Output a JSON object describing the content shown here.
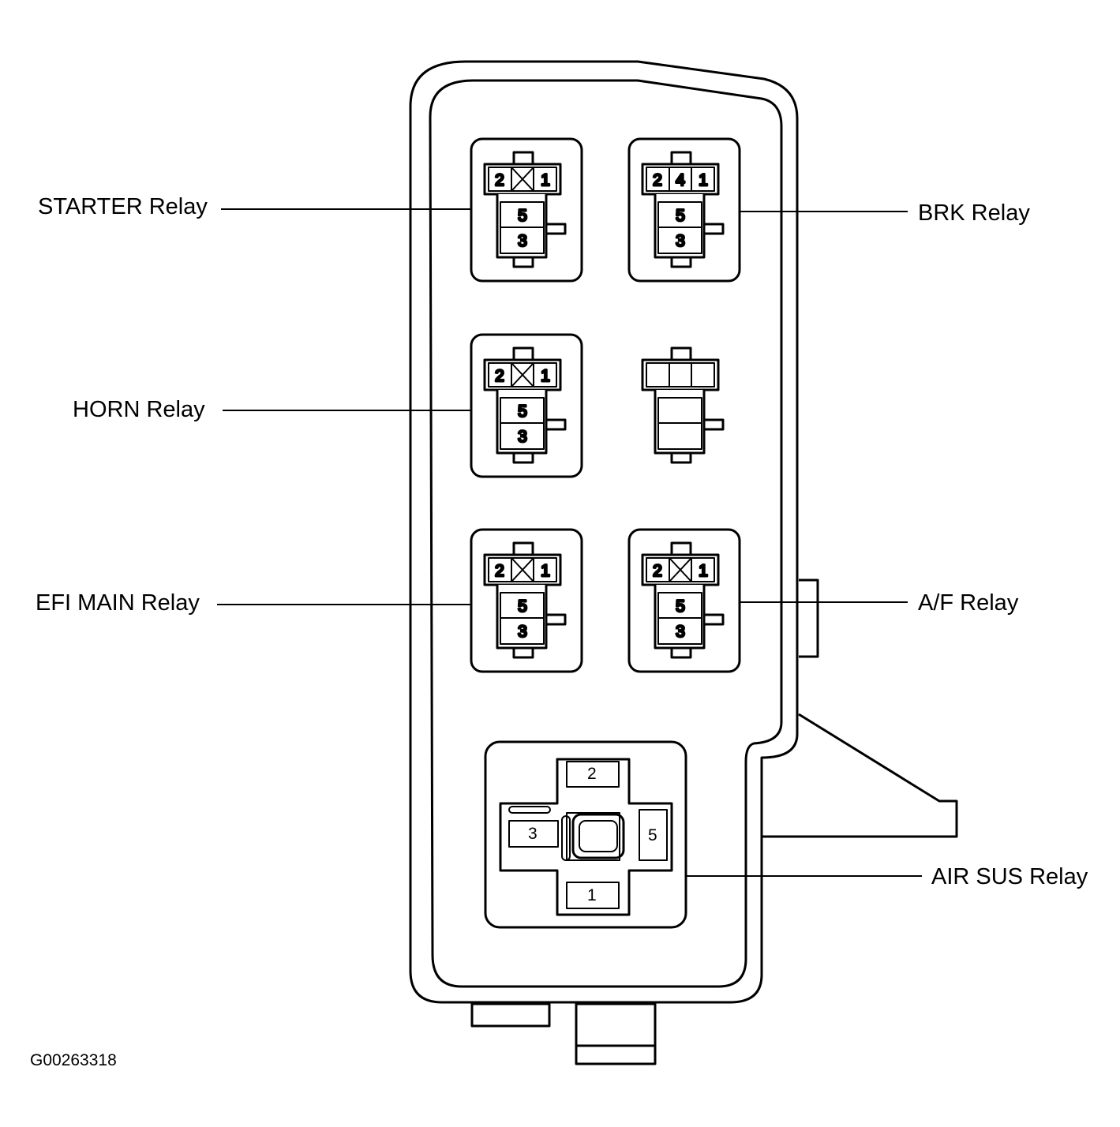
{
  "diagram": {
    "figure_id": "G00263318",
    "labels": {
      "starter": "STARTER Relay",
      "brk": "BRK Relay",
      "horn": "HORN Relay",
      "efi_main": "EFI MAIN Relay",
      "af": "A/F Relay",
      "air_sus": "AIR SUS Relay"
    },
    "relays": {
      "starter": {
        "top": [
          "2",
          "1"
        ],
        "mid": "5",
        "bottom": "3"
      },
      "brk": {
        "top": [
          "2",
          "4",
          "1"
        ],
        "mid": "5",
        "bottom": "3"
      },
      "horn": {
        "top": [
          "2",
          "1"
        ],
        "mid": "5",
        "bottom": "3"
      },
      "efi_main": {
        "top": [
          "2",
          "1"
        ],
        "mid": "5",
        "bottom": "3"
      },
      "af": {
        "top": [
          "2",
          "1"
        ],
        "mid": "5",
        "bottom": "3"
      },
      "air_sus": {
        "top": "2",
        "left": "3",
        "right": "5",
        "bottom": "1"
      }
    }
  }
}
